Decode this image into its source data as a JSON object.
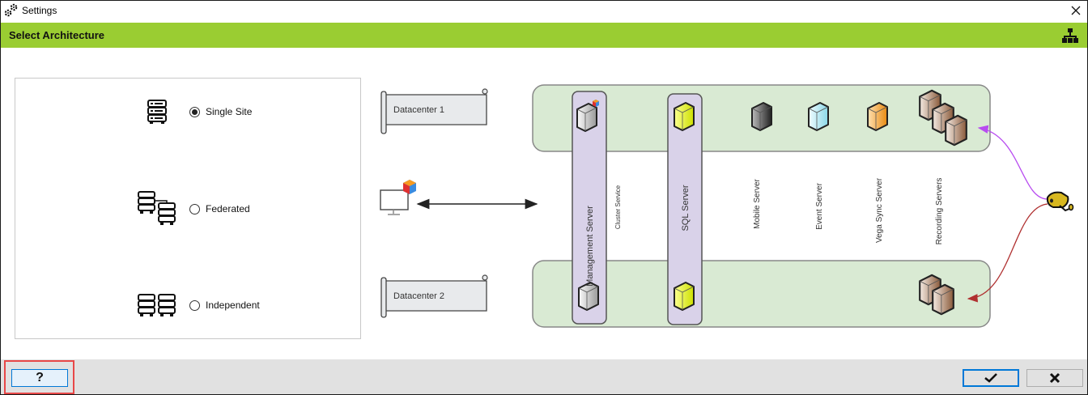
{
  "window": {
    "title": "Settings",
    "app_icon": "gears-icon",
    "close_icon": "close-icon"
  },
  "header": {
    "title": "Select Architecture",
    "icon": "sitemap-icon",
    "color": "#9acd32"
  },
  "options": [
    {
      "label": "Single Site",
      "icon": "server-stack-icon",
      "selected": true
    },
    {
      "label": "Federated",
      "icon": "federated-servers-icon",
      "selected": false
    },
    {
      "label": "Independent",
      "icon": "independent-servers-icon",
      "selected": false
    }
  ],
  "diagram": {
    "datacenters": [
      "Datacenter 1",
      "Datacenter 2"
    ],
    "columns": [
      {
        "label": "Management Server",
        "color": "#e0e0e0"
      },
      {
        "label": "Cluster Service"
      },
      {
        "label": "SQL Server",
        "color": "#e6f000"
      },
      {
        "label": "Mobile Server",
        "color": "#444444"
      },
      {
        "label": "Event  Server",
        "color": "#a8e4ee"
      },
      {
        "label": "Vega Sync Server",
        "color": "#f39a20"
      },
      {
        "label": "Recording Servers",
        "color": "#a0715a"
      }
    ],
    "client_icon": "monitor-with-logo-icon",
    "camera_icon": "camera-icon",
    "colors": {
      "site_fill": "#d9ead3",
      "pillar_fill": "#d9d2e9",
      "arrow_top": "#b84cf0",
      "arrow_bottom": "#b03030"
    }
  },
  "footer": {
    "help_label": "?",
    "ok_icon": "checkmark-icon",
    "cancel_icon": "x-icon"
  }
}
